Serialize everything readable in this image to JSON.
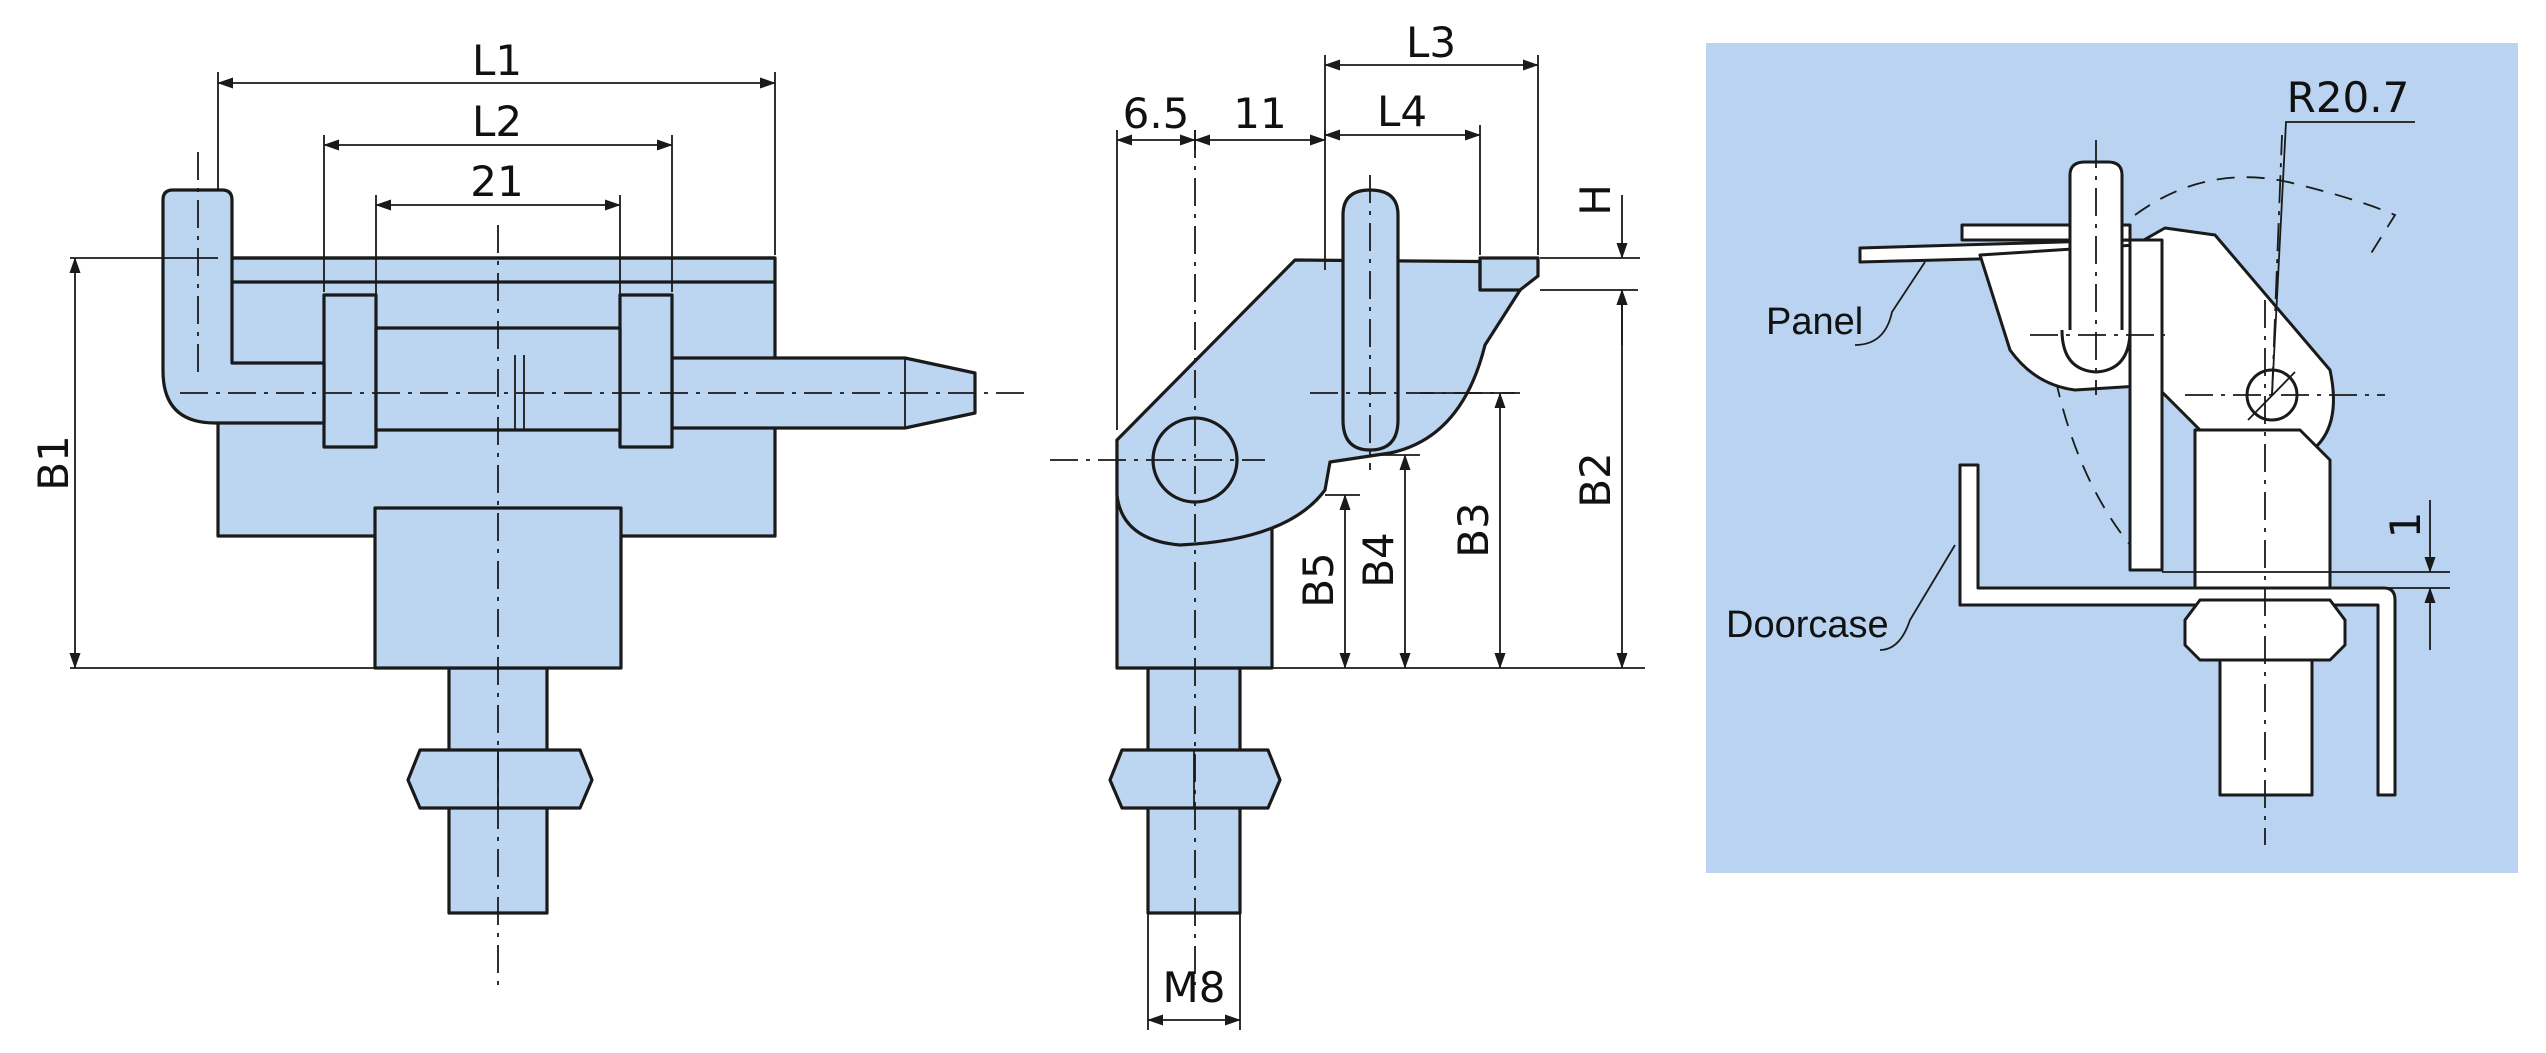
{
  "front_view": {
    "dims": {
      "l1": "L1",
      "l2": "L2",
      "w21": "21",
      "b1": "B1"
    }
  },
  "side_view": {
    "dims": {
      "d65": "6.5",
      "d11": "11",
      "l3": "L3",
      "l4": "L4",
      "h": "H",
      "b2": "B2",
      "b3": "B3",
      "b4": "B4",
      "b5": "B5",
      "m8": "M8"
    }
  },
  "install_view": {
    "radius": "R20.7",
    "gap": "1",
    "panel_label": "Panel",
    "doorcase_label": "Doorcase"
  },
  "colors": {
    "part_fill": "#bcd6f2",
    "panel_background": "#b9d3f0",
    "line": "#1a1a1a"
  }
}
